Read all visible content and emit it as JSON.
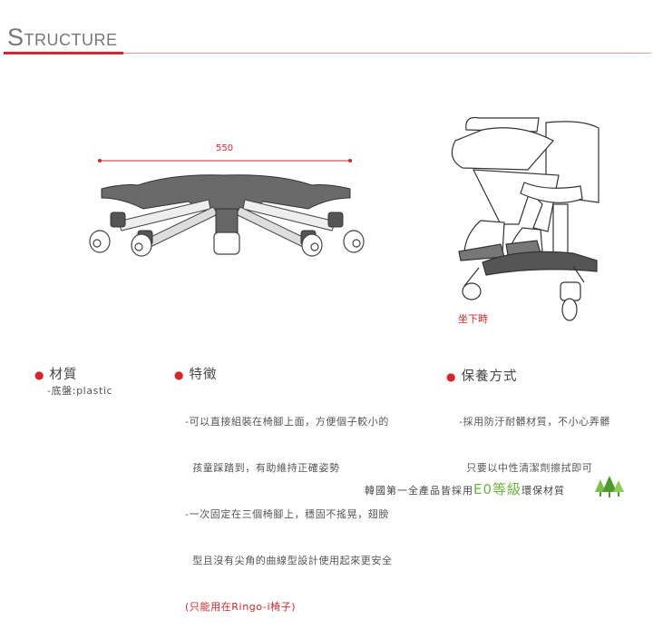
{
  "header": {
    "title_first": "S",
    "title_rest": "TRUCTURE"
  },
  "figure": {
    "dimension_label": "550",
    "sitting_caption": "坐下時"
  },
  "sections": {
    "material": {
      "heading": "材質",
      "lines": [
        "-底盤:plastic"
      ]
    },
    "features": {
      "heading": "特徵",
      "lines": [
        "-可以直接組裝在椅腳上面，方便個子較小的",
        "  孩童踩踏到，有助維持正確姿勢",
        "-一次固定在三個椅腳上，穩固不搖晃，翅膀",
        "  型且沒有尖角的曲線型設計使用起來更安全"
      ],
      "note": "(只能用在Ringo-i椅子)"
    },
    "care": {
      "heading": "保養方式",
      "lines": [
        "-採用防汙耐髒材質，不小心弄髒",
        "  只要以中性清潔劑擦拭即可"
      ]
    }
  },
  "footer": {
    "text_before": "韓國第一全產品皆採用",
    "highlight_latin": "E0",
    "highlight_cjk": "等級",
    "text_after": "環保材質"
  },
  "colors": {
    "accent_red": "#d9252a",
    "eco_green": "#6bb53e",
    "line_gray": "#555555"
  },
  "icons": [
    "tree-logo-icon"
  ]
}
